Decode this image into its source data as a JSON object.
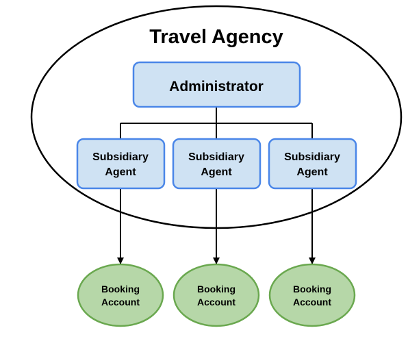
{
  "diagram": {
    "title": "Travel Agency",
    "administrator": {
      "label": "Administrator"
    },
    "agents": [
      {
        "line1": "Subsidiary",
        "line2": "Agent"
      },
      {
        "line1": "Subsidiary",
        "line2": "Agent"
      },
      {
        "line1": "Subsidiary",
        "line2": "Agent"
      }
    ],
    "accounts": [
      {
        "line1": "Booking",
        "line2": "Account"
      },
      {
        "line1": "Booking",
        "line2": "Account"
      },
      {
        "line1": "Booking",
        "line2": "Account"
      }
    ],
    "colors": {
      "box_fill": "#cfe2f3",
      "box_stroke": "#4a86e8",
      "circle_fill": "#b6d7a8",
      "circle_stroke": "#6aa84f",
      "line": "#000000"
    }
  }
}
